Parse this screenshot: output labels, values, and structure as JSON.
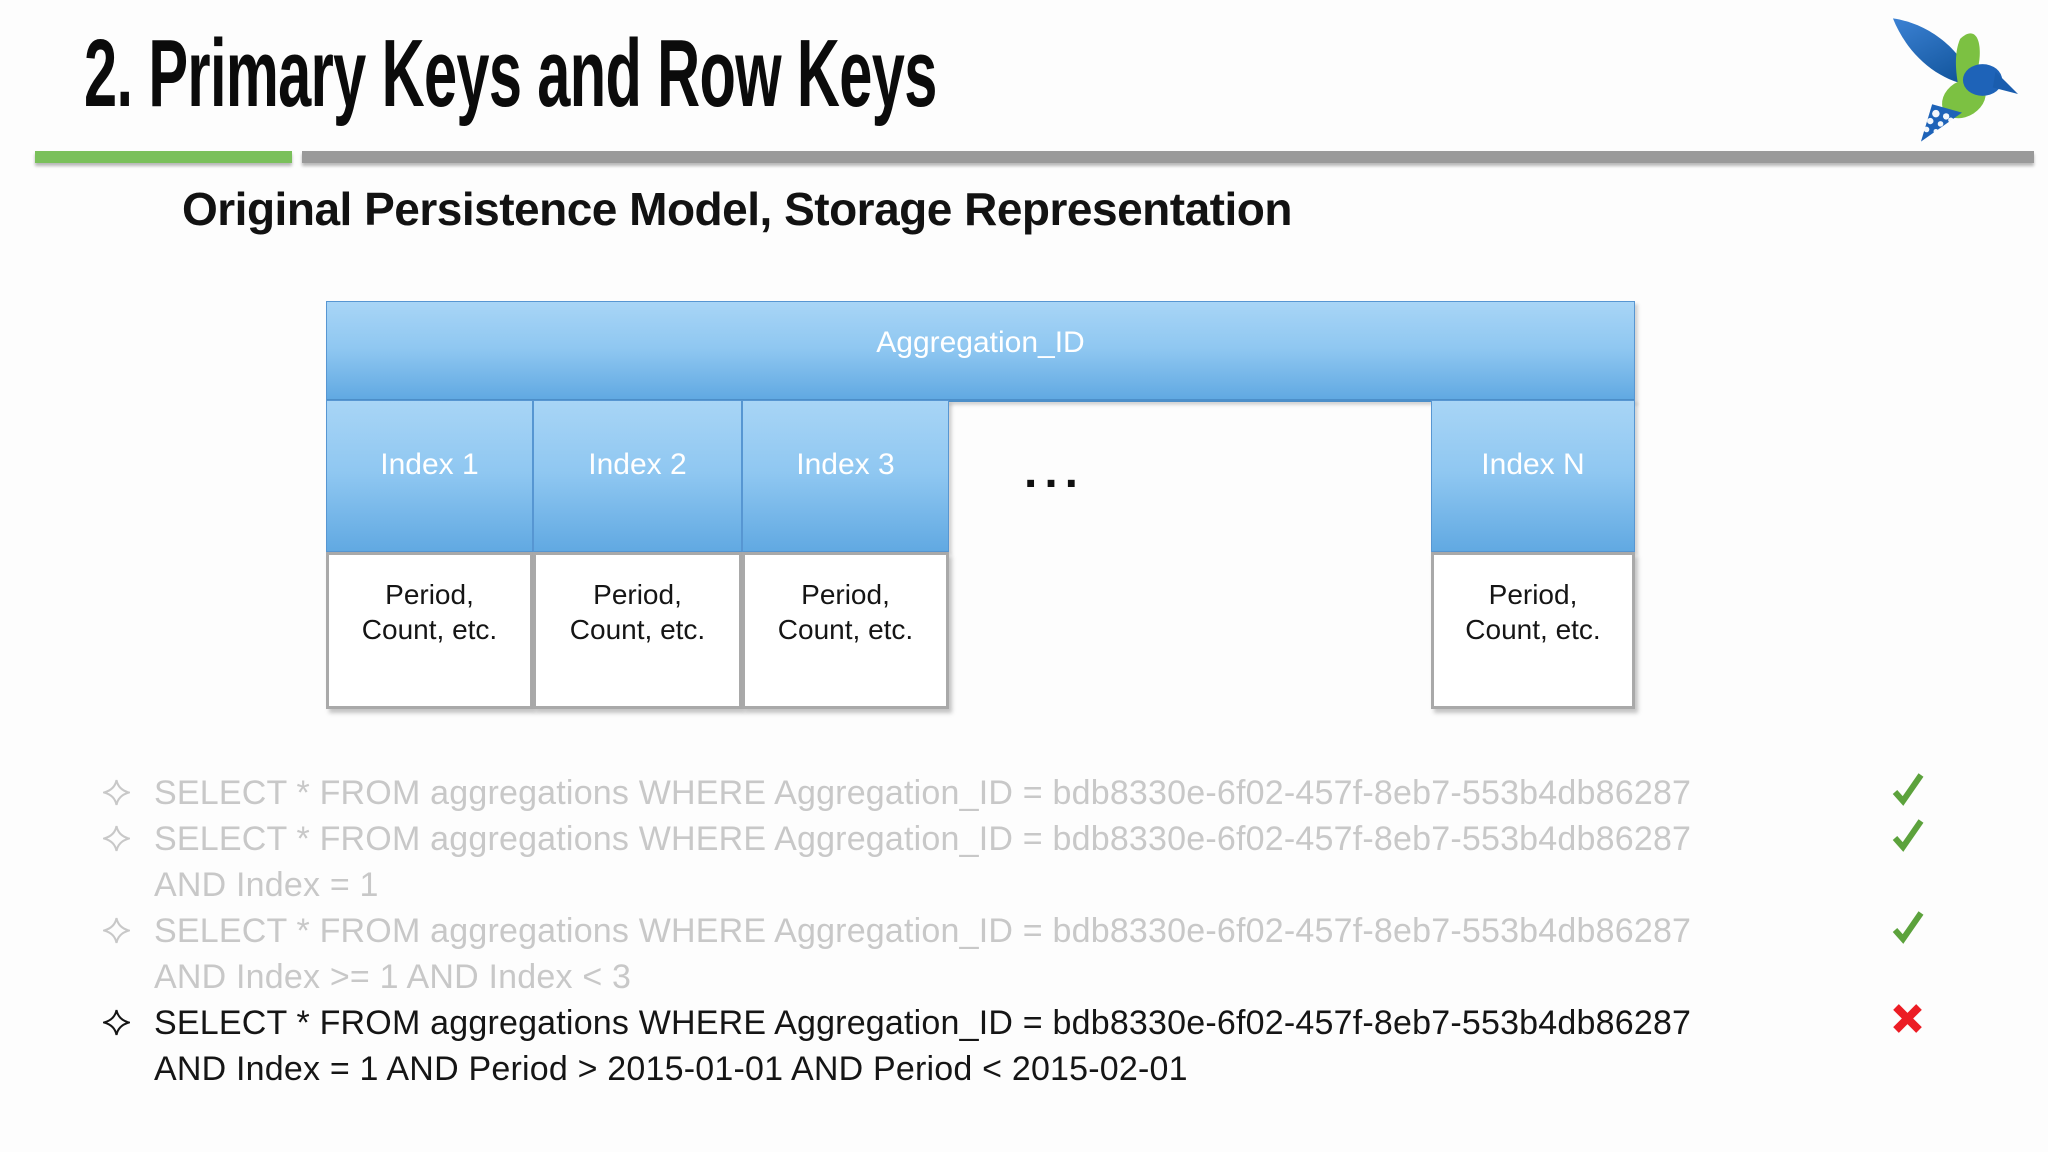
{
  "slide": {
    "title": "2. Primary Keys and Row Keys",
    "subtitle": "Original Persistence Model, Storage Representation"
  },
  "diagram": {
    "header_label": "Aggregation_ID",
    "ellipsis": "...",
    "columns": [
      {
        "index_label": "Index 1",
        "cell_lines": [
          "Period,",
          "Count, etc."
        ]
      },
      {
        "index_label": "Index 2",
        "cell_lines": [
          "Period,",
          "Count, etc."
        ]
      },
      {
        "index_label": "Index 3",
        "cell_lines": [
          "Period,",
          "Count, etc."
        ]
      },
      {
        "index_label": "Index N",
        "cell_lines": [
          "Period,",
          "Count, etc."
        ]
      }
    ]
  },
  "queries": [
    {
      "line1": "SELECT * FROM aggregations WHERE Aggregation_ID = bdb8330e-6f02-457f-8eb7-553b4db86287",
      "line2": "",
      "status": "pass",
      "muted": true
    },
    {
      "line1": "SELECT * FROM aggregations WHERE Aggregation_ID = bdb8330e-6f02-457f-8eb7-553b4db86287",
      "line2": "AND Index = 1",
      "status": "pass",
      "muted": true
    },
    {
      "line1": "SELECT * FROM aggregations WHERE Aggregation_ID = bdb8330e-6f02-457f-8eb7-553b4db86287",
      "line2": "AND Index >= 1 AND Index < 3",
      "status": "pass",
      "muted": true
    },
    {
      "line1": "SELECT * FROM aggregations WHERE Aggregation_ID = bdb8330e-6f02-457f-8eb7-553b4db86287",
      "line2": "AND Index = 1 AND Period > 2015-01-01 AND Period < 2015-02-01",
      "status": "fail",
      "muted": false
    }
  ],
  "colors": {
    "accent_green_bar": "#7ac05b",
    "rule_gray": "#9a9a9a",
    "check_green": "#5ca23c",
    "cross_red": "#ec1c24",
    "box_blue_top": "#a8d5f6",
    "box_blue_bottom": "#61a9e2",
    "muted_text": "#c8c8c8",
    "text": "#151515"
  }
}
